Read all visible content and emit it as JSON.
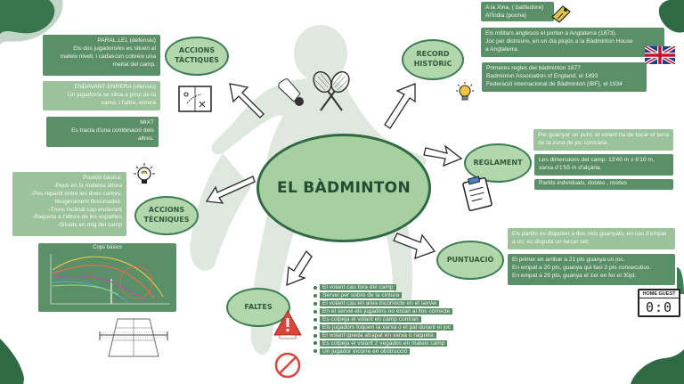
{
  "title": "EL BÀDMINTON",
  "branches": {
    "accions_tactiques": [
      "ACCIONS",
      "TÀCTIQUES"
    ],
    "record_historic": [
      "RECORD",
      "HISTÒRIC"
    ],
    "reglament": [
      "REGLAMENT"
    ],
    "accions_tecniques": [
      "ACCIONS",
      "TÈCNIQUES"
    ],
    "puntuacio": [
      "PUNTUACIÓ"
    ],
    "faltes": [
      "FALTES"
    ]
  },
  "tactics": {
    "parallel": [
      "PARAL.LEL (defensiu)",
      "Els dos jugadors/es es situen al",
      "mateix nivell, i cadascun cobreix una",
      "meitat del camp."
    ],
    "endavant": [
      "ENDAVANT-ENRERA (ofensiu)",
      "Un jugador/a se situa a prop de la",
      "xarxa, i l'altre, enrera"
    ],
    "mixt": [
      "MIXT",
      "Es tracta d'una combinació dels",
      "altres."
    ]
  },
  "history": {
    "origin": [
      "A la Xina, ( battledore)",
      "Al'Índia (poona)"
    ],
    "england": [
      "Els militars anglesos el porten a Anglaterra  (1873).",
      "Joc per distreure, en un dia plujós a la  Bàdminton House",
      "a Anglaterra."
    ],
    "rules": [
      "Primeres regles del bàdminton 1877",
      "Badminton Association of England, el 1893",
      "Federació internacional de Bàdminton (IBF), el 1934"
    ]
  },
  "regulation": {
    "point": "Per guanyar un punt, el volant ha de tocar el terra de la zona de joc contrària.",
    "dimensions": [
      "Les dimensions del camp: 13'40 m x 6'10 m,",
      "xarxa d'1'55 m d'alçària."
    ],
    "matches": "Partits individuals, dobles , mixtes"
  },
  "technique": {
    "lines": [
      "Posició bàsica:",
      "-Peus en la mateixa altura",
      "-Pes repartit entre les dues cames,",
      "lleugerament flexionades.",
      "-Tronc inclinat cap endavant",
      "-Raqueta a l'altura de les espatlles",
      "-Situats en mig del camp"
    ]
  },
  "scoring": {
    "sets": "Els partits es disputen a dos sets guanyats, en cas d'empat a un, es disputa un tercer set.",
    "points": [
      "El primer en arribar a 21 pts guanya un joc.",
      "En empat a 20 pts, guanya qui faci 2 pts consecutius.",
      "En empat a 29 pts, guanya el 1er en fer el 30pt."
    ]
  },
  "faults": [
    "El volant cau fora del camp",
    "Servei per sobre de la cintura",
    "El volant cau en area incorrecte en el servei",
    "En el servei els jugadors no estan al lloc correcte",
    "Es colpeja el volant en camp contrari",
    "Els jugadors toquen la xarxa o el pal durant el joc",
    "El volant queda atrapat en xarxa o raqueta",
    "Es colpeja el volant 2 vegades en mateix camp",
    "Un jugador incorre en obstrucció"
  ],
  "chart": {
    "title": "Cops bàsics"
  },
  "scoreboard": {
    "title": "HOME GUEST",
    "score": "0:0"
  },
  "colors": {
    "dark_green": "#5a8f68",
    "light_green": "#9bc29a",
    "oval_fill": "#b3d7ad",
    "oval_border": "#3e7d55"
  },
  "icons": [
    "shuttlecock-icon",
    "rackets-icon",
    "lightbulb-icon",
    "uk-flag-icon",
    "chinese-bowl-icon",
    "clipboard-icon",
    "tactics-board-icon",
    "warning-sign-icon",
    "prohibited-icon",
    "court-icon",
    "arrow-icon"
  ]
}
